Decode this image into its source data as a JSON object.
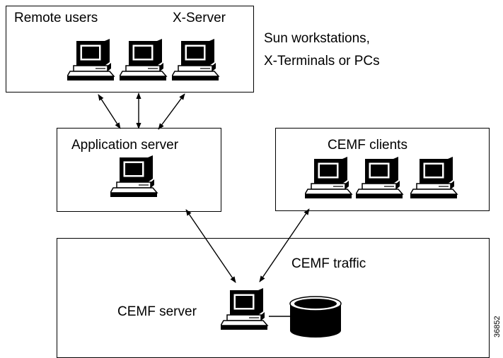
{
  "diagram": {
    "remote_group": {
      "label_users": "Remote users",
      "label_xserver": "X-Server"
    },
    "note": {
      "line1": "Sun workstations,",
      "line2": "X-Terminals or PCs"
    },
    "app_server": {
      "label": "Application server"
    },
    "clients": {
      "label": "CEMF clients"
    },
    "server_group": {
      "label_server": "CEMF server",
      "label_traffic": "CEMF traffic"
    },
    "figure_id": "36852"
  },
  "colors": {
    "line": "#000000",
    "background": "#ffffff",
    "screen": "#000000"
  },
  "icons": {
    "workstation": "workstation-icon",
    "database": "database-icon"
  }
}
